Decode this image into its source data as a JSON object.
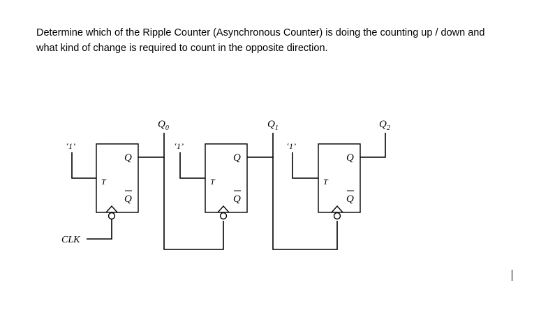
{
  "question": {
    "line1": "Determine which of the Ripple Counter (Asynchronous Counter) is doing the counting up / down and",
    "line2": "what kind of change is required to count in the opposite direction."
  },
  "circuit": {
    "clk_label": "CLK",
    "flip_flops": [
      {
        "input": "‘1’",
        "t_label": "T",
        "q_label": "Q",
        "qbar_label": "Q",
        "output": "Q",
        "output_sub": "0"
      },
      {
        "input": "‘1’",
        "t_label": "T",
        "q_label": "Q",
        "qbar_label": "Q",
        "output": "Q",
        "output_sub": "1"
      },
      {
        "input": "‘1’",
        "t_label": "T",
        "q_label": "Q",
        "qbar_label": "Q",
        "output": "Q",
        "output_sub": "2"
      }
    ]
  }
}
